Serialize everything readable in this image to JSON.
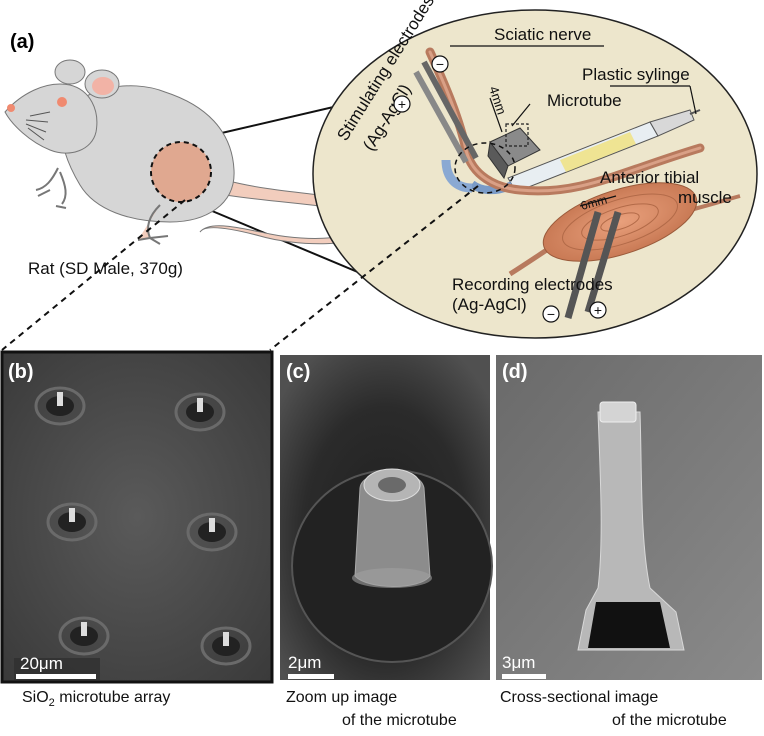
{
  "panels": {
    "a": {
      "tag": "(a)",
      "rat_label": "Rat (SD Male, 370g)",
      "labels": {
        "stimulating_1": "Stimulating electrodes",
        "stimulating_2": "(Ag-AgCl)",
        "sciatic": "Sciatic nerve",
        "plastic": "Plastic sylinge",
        "microtube": "Microtube",
        "dim_4mm": "4mm",
        "anterior_1": "Anterior tibial",
        "anterior_2": "muscle",
        "dim_6mm": "6mm",
        "recording_1": "Recording electrodes",
        "recording_2": "(Ag-AgCl)",
        "minus": "−",
        "plus": "+"
      }
    },
    "b": {
      "tag": "(b)",
      "scale": "20μm",
      "caption_main": "SiO",
      "caption_sub": "2",
      "caption_rest": " microtube array"
    },
    "c": {
      "tag": "(c)",
      "scale": "2μm",
      "caption_1": "Zoom up image",
      "caption_2": "of the microtube"
    },
    "d": {
      "tag": "(d)",
      "scale": "3μm",
      "caption_1": "Cross-sectional image",
      "caption_2": "of the microtube"
    }
  },
  "colors": {
    "circle_bg": "#ede6cc",
    "rat_body": "#d9d9d9",
    "rat_pink": "#f2b8a3",
    "nerve": "#b87a5e",
    "muscle": "#d98f6a",
    "sem_dark": "#3c3c3c"
  }
}
